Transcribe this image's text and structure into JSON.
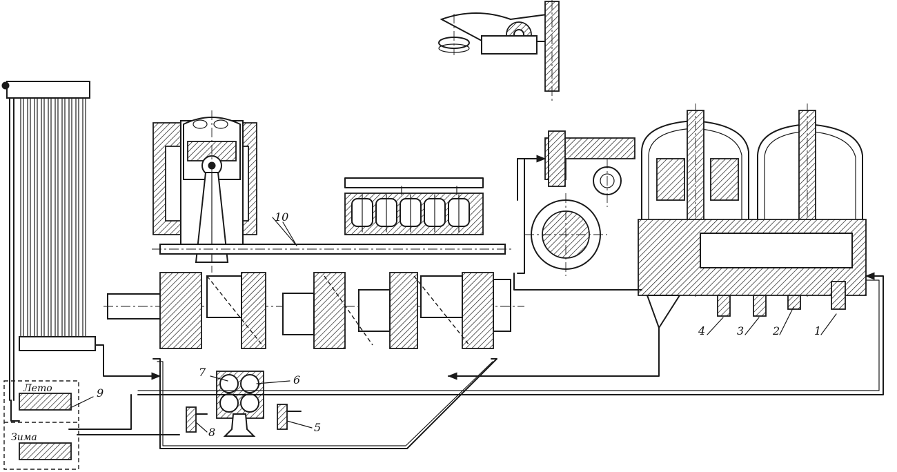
{
  "labels": {
    "n1": "1",
    "n2": "2",
    "n3": "3",
    "n4": "4",
    "n5": "5",
    "n6": "6",
    "n7": "7",
    "n8": "8",
    "n9": "9",
    "n10": "10"
  },
  "valve_box": {
    "summer": "Лето",
    "winter": "Зима"
  }
}
